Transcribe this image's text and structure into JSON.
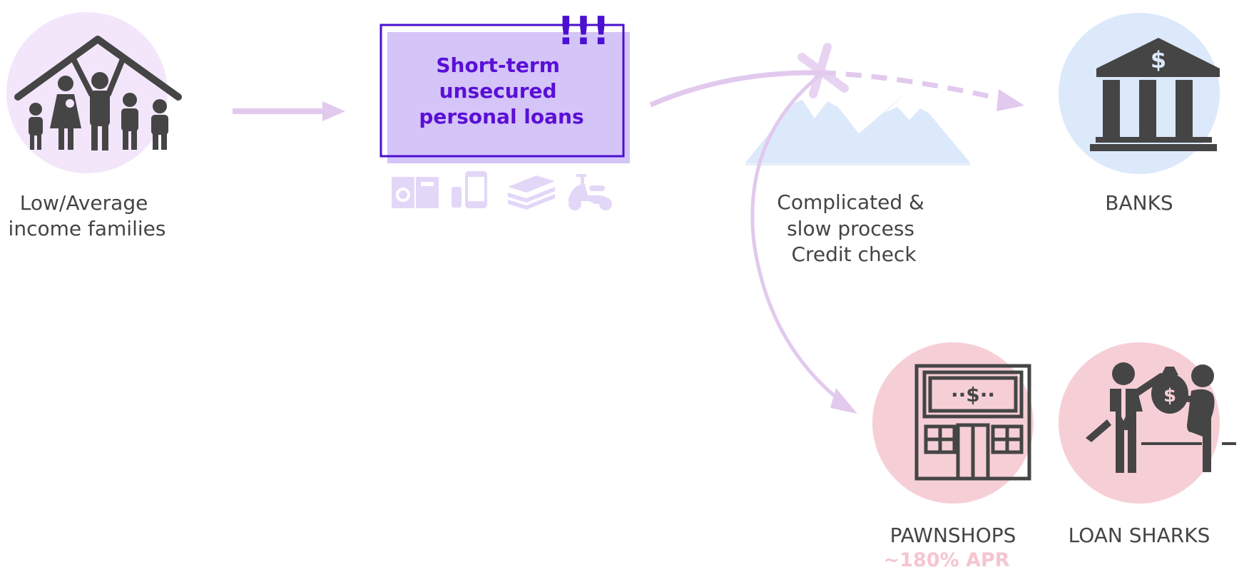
{
  "families": {
    "label_line1": "Low/Average",
    "label_line2": "income families"
  },
  "loans": {
    "line1": "Short-term",
    "line2": "unsecured",
    "line3": "personal loans",
    "alert": "!!!"
  },
  "process": {
    "line1": "Complicated &",
    "line2": "slow process",
    "line3": "Credit check"
  },
  "banks": {
    "label": "BANKS",
    "symbol": "$"
  },
  "pawnshops": {
    "label": "PAWNSHOPS",
    "apr": "~180% APR",
    "sign": "··$··"
  },
  "loan_sharks": {
    "label": "LOAN SHARKS"
  },
  "colors": {
    "lavender_circle": "#f3e6fb",
    "blue_circle": "#dce9fb",
    "pink_circle": "#f6cfd6",
    "loan_box_fill": "#d4c4f7",
    "loan_box_stroke": "#4b10d1",
    "arrow": "#e2c9ee",
    "icon_dark": "#454545"
  }
}
